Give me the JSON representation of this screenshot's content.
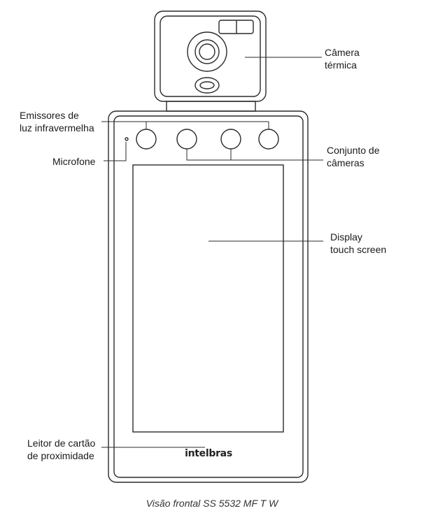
{
  "labels": {
    "thermal_camera": [
      "Câmera",
      "térmica"
    ],
    "ir_emitters": [
      "Emissores de",
      "luz infravermelha"
    ],
    "microphone": [
      "Microfone"
    ],
    "camera_set": [
      "Conjunto de",
      "câmeras"
    ],
    "display": [
      "Display",
      "touch screen"
    ],
    "card_reader": [
      "Leitor de cartão",
      "de proximidade"
    ]
  },
  "brand": "intelbras",
  "caption": "Visão frontal SS 5532 MF T W"
}
